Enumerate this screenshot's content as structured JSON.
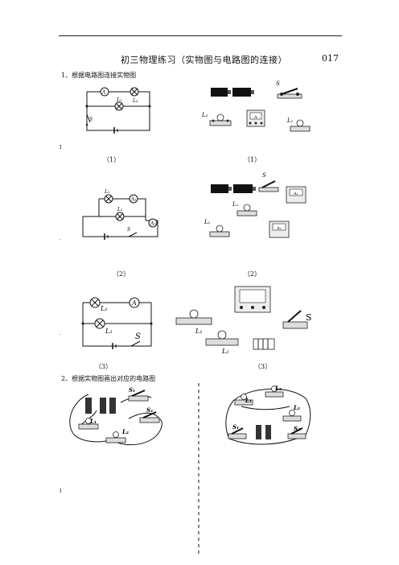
{
  "page": {
    "title": "初三物理练习（实物图与电路图的连接）",
    "code": "017"
  },
  "section1": {
    "heading": "1、根据电路图连接实物图",
    "captions": [
      "（1）",
      "（1）",
      "（2）",
      "（2）",
      "（3）",
      "（3）"
    ]
  },
  "section2": {
    "heading": "2、根据实物图画出对应的电路图"
  },
  "labels": {
    "L1": "L₁",
    "L2": "L₂",
    "S": "S",
    "S1": "S₁",
    "S2": "S₂",
    "A": "A",
    "A1": "A₁",
    "A2": "A₂"
  }
}
